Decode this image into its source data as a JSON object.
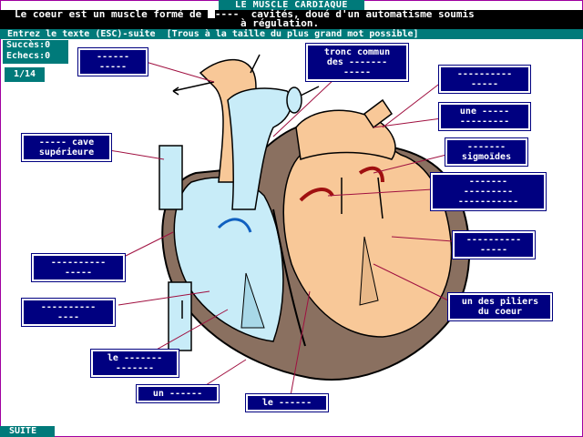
{
  "title": "LE MUSCLE CARDIAQUE",
  "question": {
    "line1_before": "Le coeur est un muscle formé de ",
    "line1_after": "----  cavités, doué d'un automatisme soumis",
    "line2": "à régulation."
  },
  "instruction": "Entrez le texte (ESC)-suite  [Trous à la taille du plus grand mot possible]",
  "score": {
    "success": "Succès:0",
    "failures": "Echecs:0"
  },
  "counter": "1/14",
  "footer_button": "SUITE",
  "labels": [
    "------\n-----",
    "tronc commun\ndes -------\n-----",
    "----------\n-----",
    "une -----\n---------",
    "----- cave\nsupérieure",
    "-------\nsigmoïdes",
    "-------\n---------\n-----------",
    "----------\n-----",
    "----------\n-----",
    "un des piliers\ndu coeur",
    "----------\n----",
    "le -------\n-------",
    "un ------",
    "le ------"
  ],
  "colors": {
    "accent": "#007a7a",
    "label_bg": "#000080",
    "blood_blue": "#c8ecf8",
    "blood_red": "#f8c898",
    "muscle": "#8a7060",
    "frame": "#a000a0"
  }
}
